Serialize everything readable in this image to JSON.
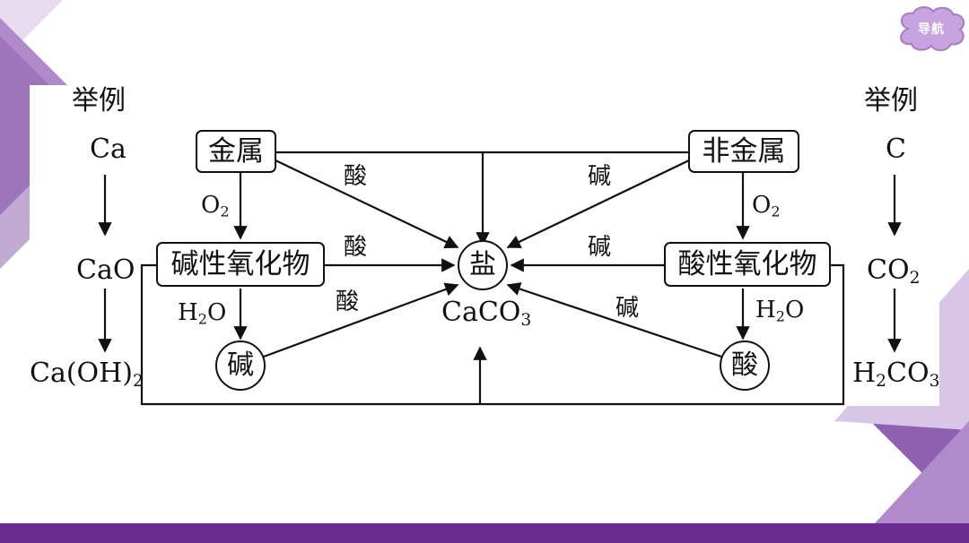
{
  "nav": {
    "label": "导航"
  },
  "left_example": {
    "heading": "举例",
    "element": "Ca",
    "oxide": "CaO",
    "base_main": "Ca(OH)",
    "base_sub": "2"
  },
  "right_example": {
    "heading": "举例",
    "element": "C",
    "oxide_main": "CO",
    "oxide_sub": "2",
    "acid_h": "H",
    "acid_sub1": "2",
    "acid_co": "CO",
    "acid_sub2": "3"
  },
  "nodes": {
    "metal": "金属",
    "nonmetal": "非金属",
    "basic_oxide": "碱性氧化物",
    "acidic_oxide": "酸性氧化物",
    "base": "碱",
    "acid": "酸",
    "salt": "盐",
    "salt_example_main": "CaCO",
    "salt_example_sub": "3"
  },
  "edge_labels": {
    "metal_salt": "酸",
    "basic_oxide_salt": "酸",
    "base_salt": "酸",
    "nonmetal_salt": "碱",
    "acidic_oxide_salt": "碱",
    "acid_salt": "碱",
    "o2_left_main": "O",
    "o2_left_sub": "2",
    "o2_right_main": "O",
    "o2_right_sub": "2",
    "h2o_left_h": "H",
    "h2o_left_sub": "2",
    "h2o_left_o": "O",
    "h2o_right_h": "H",
    "h2o_right_sub": "2",
    "h2o_right_o": "O"
  },
  "colors": {
    "accent": "#6a2c91",
    "deco_light": "#d9c6e6",
    "deco_mid": "#a57bc2",
    "nav_fill": "#c9a3e0"
  }
}
